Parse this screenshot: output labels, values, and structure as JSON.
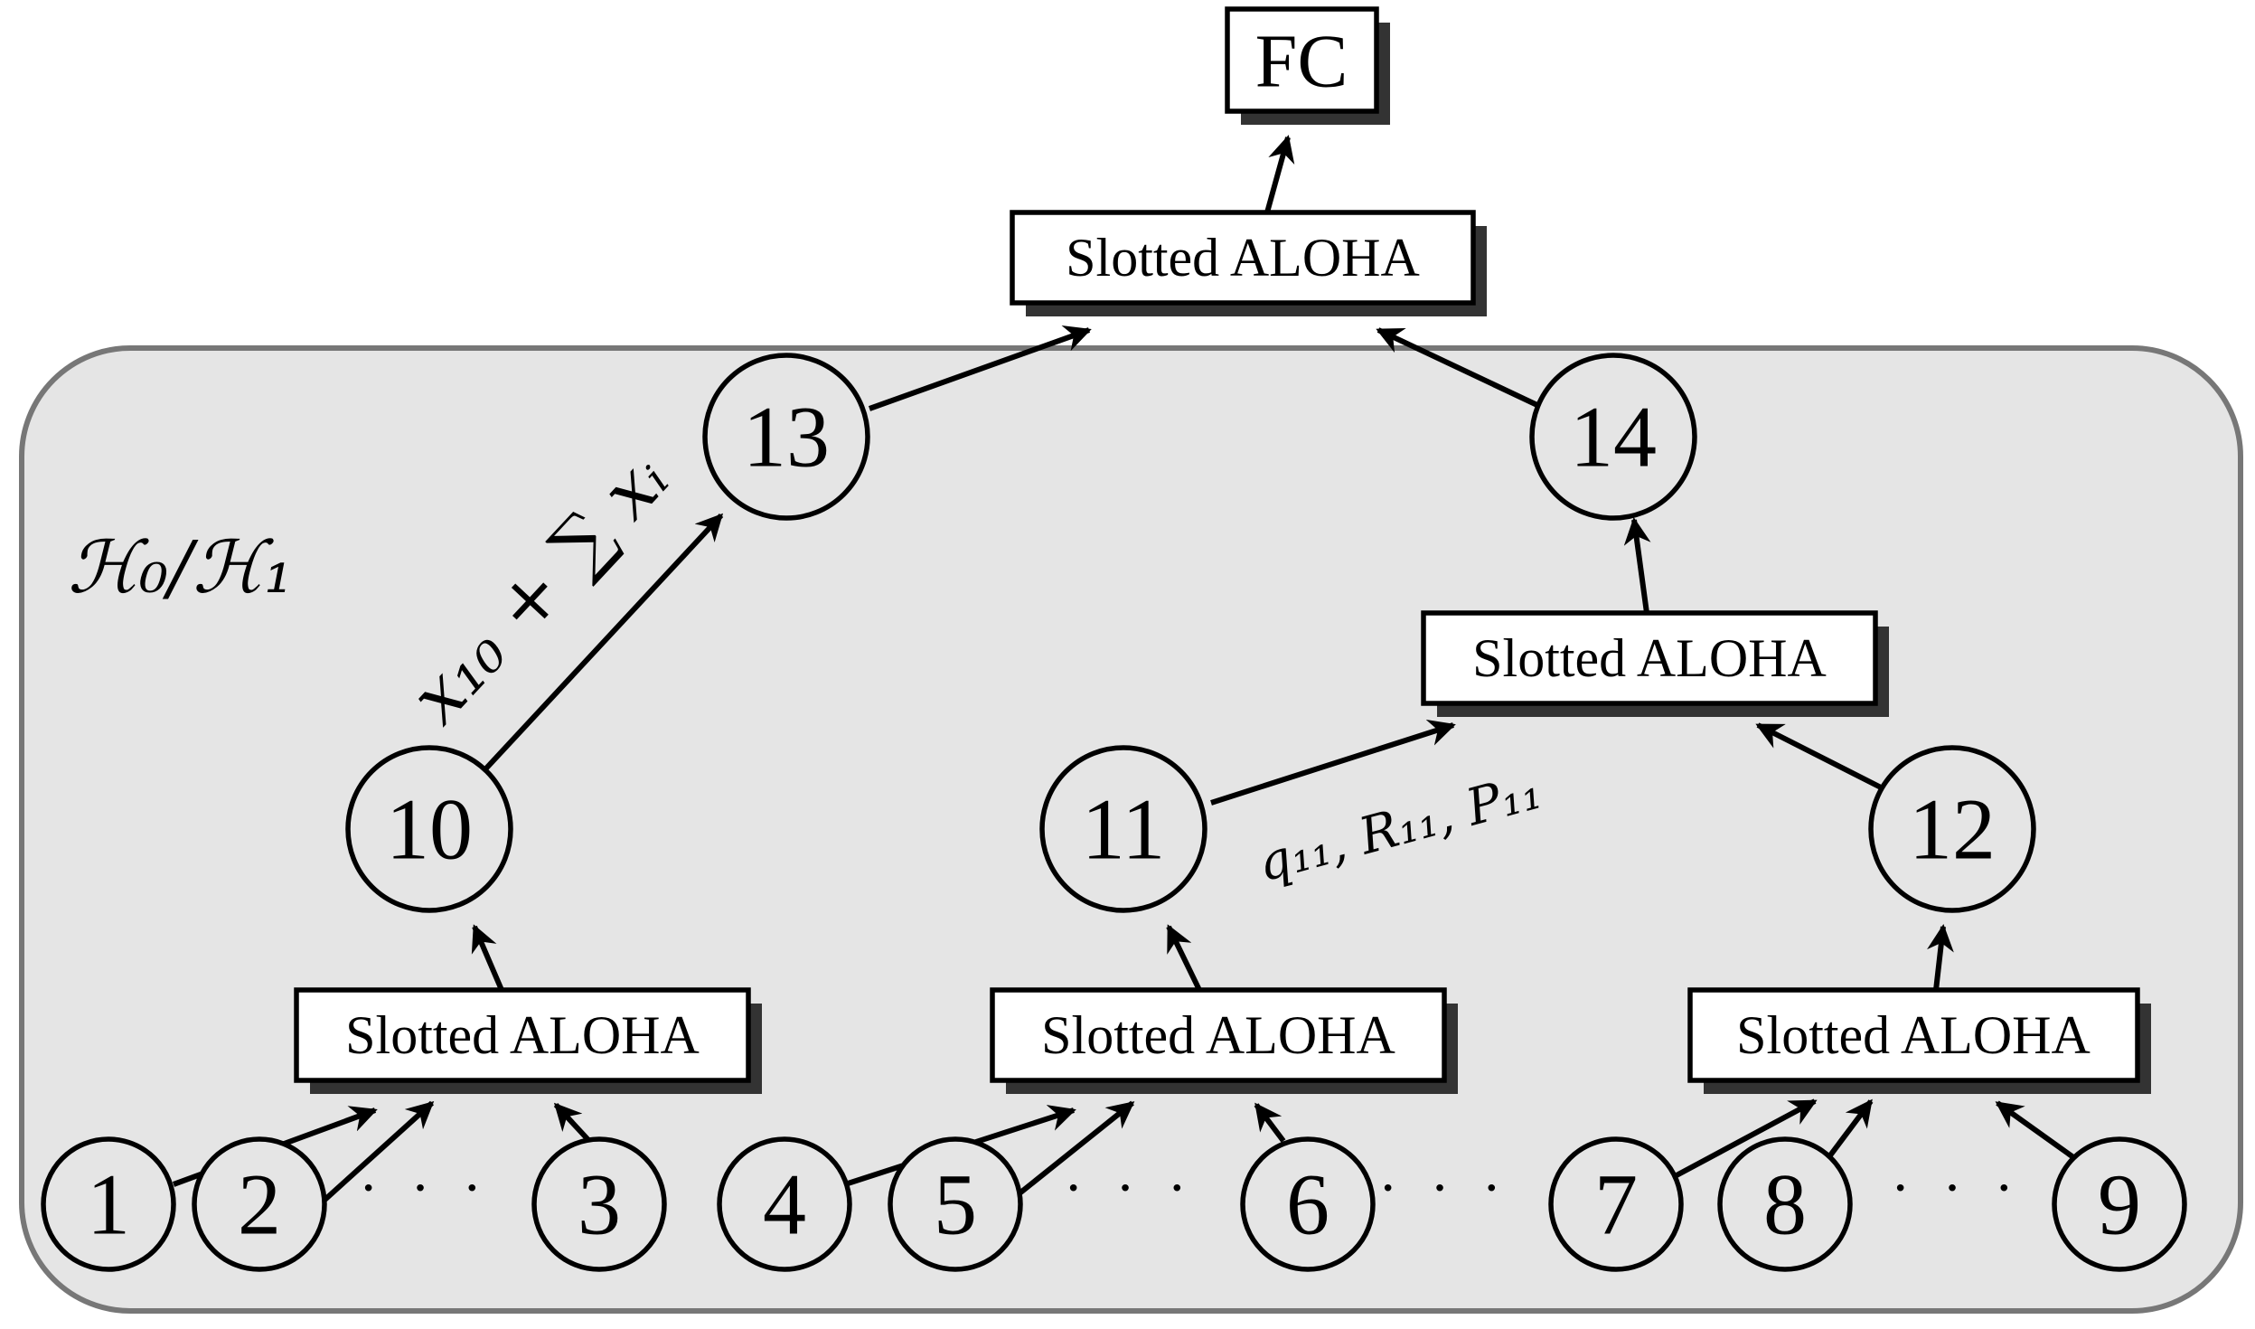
{
  "fusion_center": {
    "label": "FC"
  },
  "aloha_label": "Slotted ALOHA",
  "nodes": {
    "n1": "1",
    "n2": "2",
    "n3": "3",
    "n4": "4",
    "n5": "5",
    "n6": "6",
    "n7": "7",
    "n8": "8",
    "n9": "9",
    "n10": "10",
    "n11": "11",
    "n12": "12",
    "n13": "13",
    "n14": "14"
  },
  "hypothesis": {
    "label": "ℋ₀/ℋ₁"
  },
  "annotations": {
    "sum_label": "x₁₀ + ∑ xᵢ",
    "params_label": "q₁₁, R₁₁, P₁₁"
  },
  "ellipsis": "· · ·"
}
